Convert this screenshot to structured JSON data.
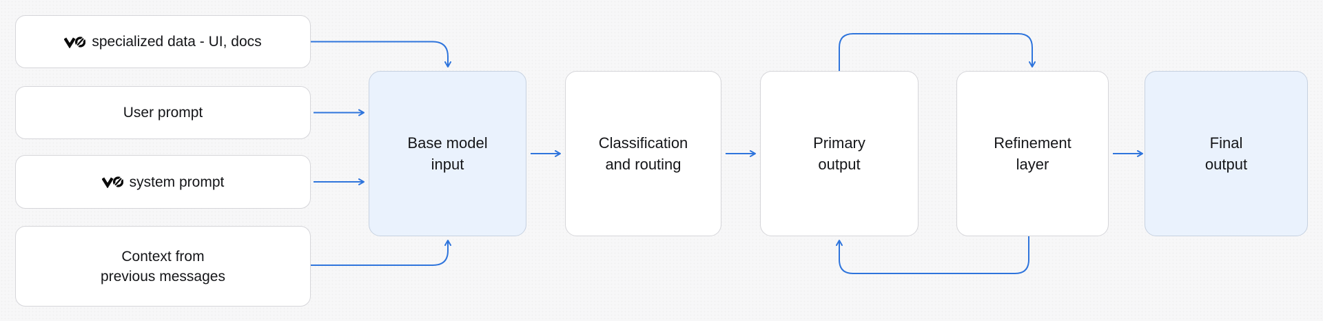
{
  "diagram": {
    "type": "flowchart",
    "inputs": [
      {
        "label": "specialized data - UI, docs",
        "icon": "v0-logo"
      },
      {
        "label": "User prompt"
      },
      {
        "label": "system prompt",
        "icon": "v0-logo"
      },
      {
        "label": "Context from\nprevious messages"
      }
    ],
    "stages": [
      {
        "label": "Base model\ninput",
        "highlighted": true
      },
      {
        "label": "Classification\nand routing",
        "highlighted": false
      },
      {
        "label": "Primary\noutput",
        "highlighted": false
      },
      {
        "label": "Refinement\nlayer",
        "highlighted": false
      },
      {
        "label": "Final\noutput",
        "highlighted": true
      }
    ],
    "connections": [
      {
        "from": "v0-specialized-data",
        "to": "base-model-input"
      },
      {
        "from": "user-prompt",
        "to": "base-model-input"
      },
      {
        "from": "v0-system-prompt",
        "to": "base-model-input"
      },
      {
        "from": "context-previous-messages",
        "to": "base-model-input"
      },
      {
        "from": "base-model-input",
        "to": "classification-and-routing"
      },
      {
        "from": "classification-and-routing",
        "to": "primary-output"
      },
      {
        "from": "primary-output",
        "to": "refinement-layer",
        "route": "top-loop"
      },
      {
        "from": "refinement-layer",
        "to": "primary-output",
        "route": "bottom-loop"
      },
      {
        "from": "refinement-layer",
        "to": "final-output"
      }
    ],
    "colors": {
      "accent_arrow": "#2e74dc",
      "background": "#f7f7f8",
      "node_background": "#ffffff",
      "node_border": "#d5d5d9",
      "highlight_background": "#eaf2fd",
      "highlight_border": "#c6d1e0",
      "text": "#141518"
    }
  }
}
